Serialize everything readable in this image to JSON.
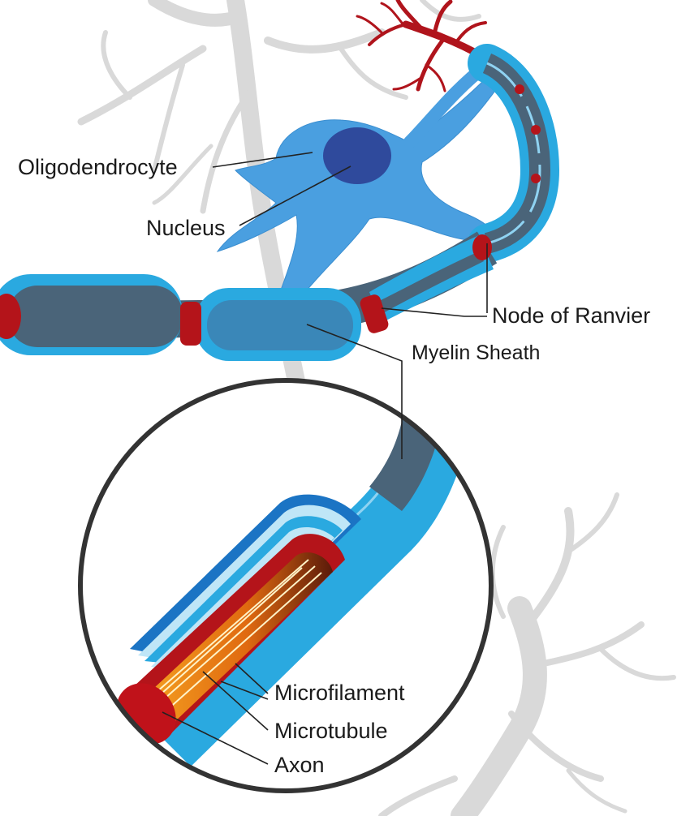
{
  "labels": {
    "oligodendrocyte": "Oligodendrocyte",
    "nucleus": "Nucleus",
    "node_of_ranvier": "Node of Ranvier",
    "myelin_sheath": "Myelin Sheath",
    "microfilament": "Microfilament",
    "microtubule": "Microtubule",
    "axon": "Axon"
  },
  "colors": {
    "myelin_light": "#2aa9e0",
    "myelin_mid": "#1b8fc9",
    "axon_gray": "#4a6479",
    "oligodendrocyte": "#4a9fe0",
    "nucleus": "#2f4a9c",
    "node_red": "#b4141a",
    "dendrite_red": "#b0141c",
    "background_neuron": "#d6d6d6",
    "axon_core_orange": "#f08a10",
    "lens_border": "#333333"
  }
}
